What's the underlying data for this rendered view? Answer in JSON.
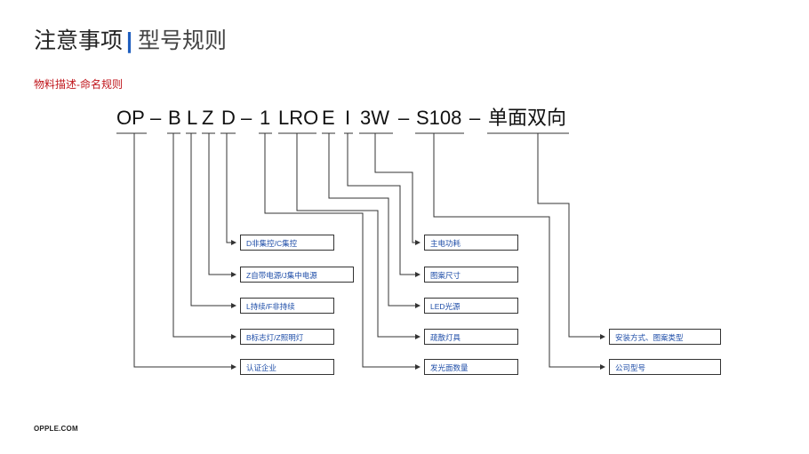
{
  "slide": {
    "title_main": "注意事项",
    "title_sep": "|",
    "title_sub": "型号规则",
    "subtitle": "物料描述-命名规则",
    "footer": "OPPLE.COM"
  },
  "code_segments": [
    "OP",
    "–",
    "B",
    "L",
    "Z",
    "D",
    "–",
    "1",
    "LRO",
    "E",
    "I",
    "3W",
    "–",
    "S108",
    "–",
    "单面双向"
  ],
  "boxes": {
    "control": "D非集控/C集控",
    "power": "Z自带电源/J集中电源",
    "persist": "L持续/F非持续",
    "type": "B标志灯/Z照明灯",
    "cert": "认证企业",
    "wattage": "主电功耗",
    "pattern": "图案尺寸",
    "led": "LED光源",
    "evac": "疏散灯具",
    "faces": "发光面数量",
    "install": "安装方式、图案类型",
    "company": "公司型号"
  },
  "colors": {
    "title_sep": "#1f5fbf",
    "subtitle": "#c0161c",
    "box_text": "#1f4ea8"
  }
}
